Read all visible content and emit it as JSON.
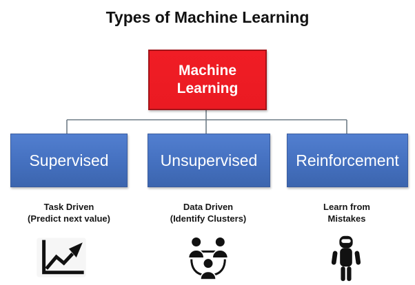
{
  "diagram": {
    "title": "Types of Machine Learning",
    "root": {
      "label": "Machine Learning"
    },
    "branches": [
      {
        "label": "Supervised",
        "caption_line1": "Task Driven",
        "caption_line2": "(Predict next value)",
        "icon": "trend-chart-icon"
      },
      {
        "label": "Unsupervised",
        "caption_line1": "Data Driven",
        "caption_line2": "(Identify Clusters)",
        "icon": "people-cluster-icon"
      },
      {
        "label": "Reinforcement",
        "caption_line1": "Learn from",
        "caption_line2": "Mistakes",
        "icon": "robot-icon"
      }
    ],
    "colors": {
      "root_fill": "#ee1c24",
      "root_border": "#a31318",
      "branch_fill_top": "#527fd0",
      "branch_fill_bottom": "#3c65ae",
      "branch_border": "#3a5c9e",
      "connector_line": "#6e7b85",
      "title_text": "#121212",
      "node_text": "#ffffff",
      "caption_text": "#161616",
      "icon_color": "#111111",
      "background": "#ffffff"
    }
  }
}
